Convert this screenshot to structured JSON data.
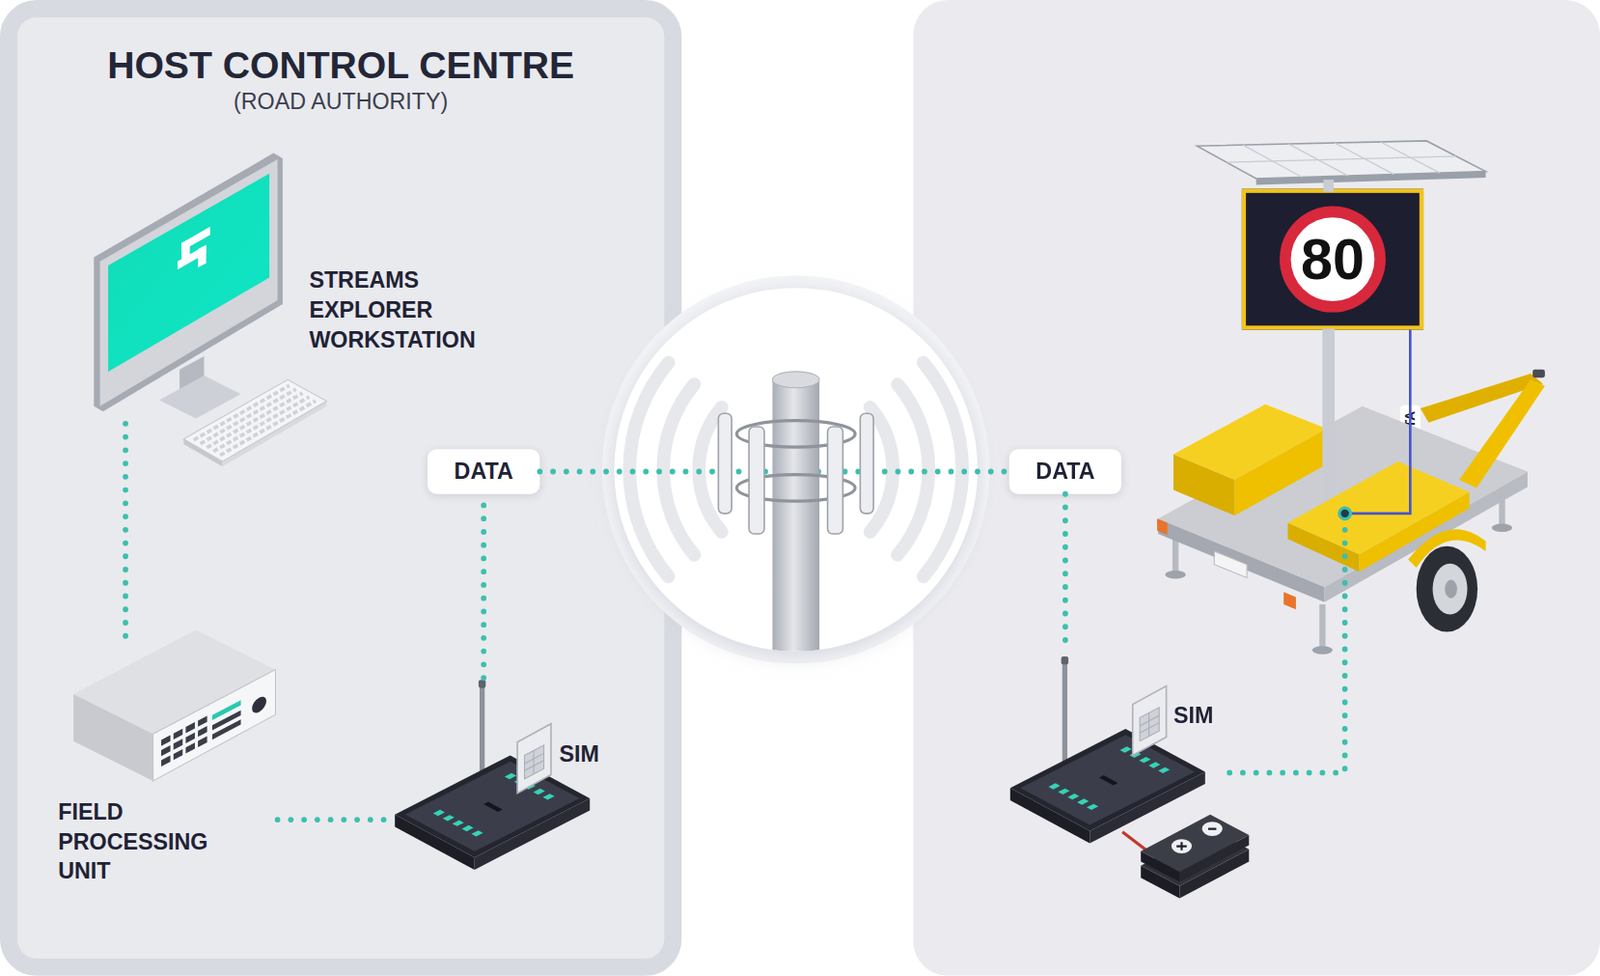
{
  "diagram": {
    "nodes": [
      {
        "text": [
          "HOST CONTROL CENTRE",
          "(ROAD AUTHORITY)"
        ]
      },
      {
        "text": [
          "STREAMS®",
          "STREAMS EXPLORER WORKSTATION"
        ],
        "in": 0
      },
      {
        "text": [
          "FIELD PROCESSING UNIT"
        ],
        "in": 0
      },
      {
        "text": [
          "SIM"
        ],
        "in": 0
      },
      {
        "text": [
          "DATA"
        ],
        "in": 0
      },
      {
        "text": [
          "DATA"
        ]
      },
      {
        "text": [
          "SIM"
        ]
      },
      {
        "text": [
          "80"
        ]
      }
    ],
    "edges": [
      {
        "from": 1,
        "to": 2,
        "arrow": "none"
      },
      {
        "from": 2,
        "to": 3,
        "arrow": "none"
      },
      {
        "from": 3,
        "to": 4,
        "arrow": "none"
      },
      {
        "from": 4,
        "to": 5,
        "arrow": "none"
      },
      {
        "from": 5,
        "to": 6,
        "arrow": "none"
      },
      {
        "from": 6,
        "to": 7,
        "arrow": "none"
      }
    ],
    "labels": [
      "DATA"
    ]
  }
}
